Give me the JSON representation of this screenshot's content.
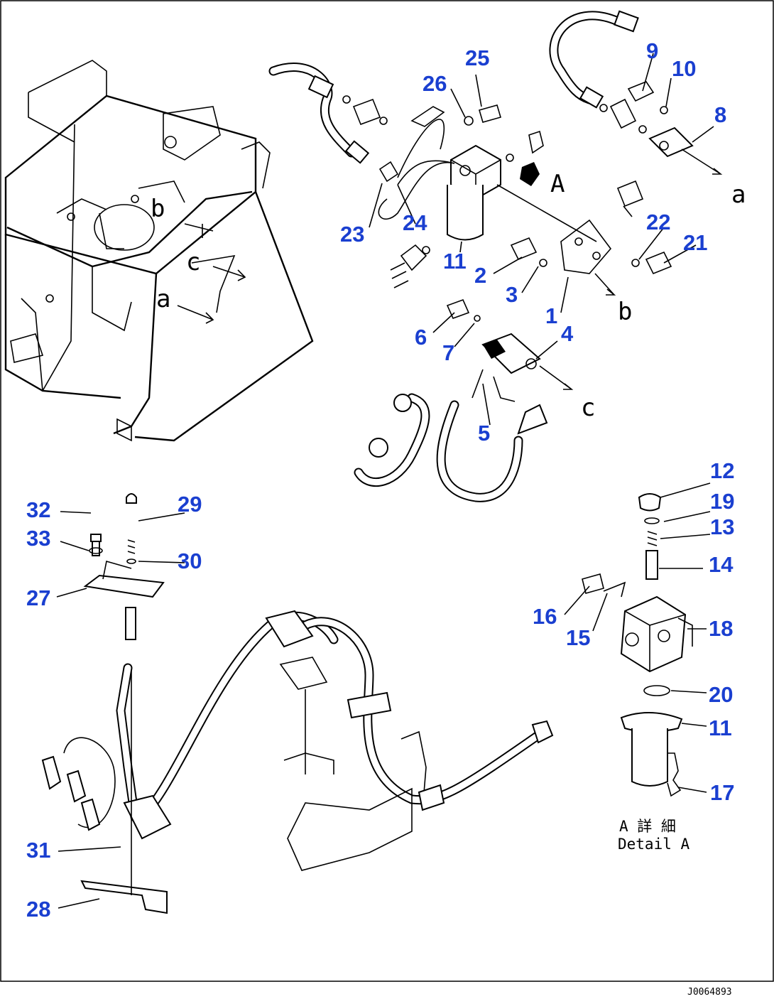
{
  "callouts": [
    {
      "id": "1",
      "label": "1"
    },
    {
      "id": "2",
      "label": "2"
    },
    {
      "id": "3",
      "label": "3"
    },
    {
      "id": "4",
      "label": "4"
    },
    {
      "id": "5",
      "label": "5"
    },
    {
      "id": "6",
      "label": "6"
    },
    {
      "id": "7",
      "label": "7"
    },
    {
      "id": "8",
      "label": "8"
    },
    {
      "id": "9",
      "label": "9"
    },
    {
      "id": "10",
      "label": "10"
    },
    {
      "id": "11a",
      "label": "11"
    },
    {
      "id": "11b",
      "label": "11"
    },
    {
      "id": "12",
      "label": "12"
    },
    {
      "id": "13",
      "label": "13"
    },
    {
      "id": "14",
      "label": "14"
    },
    {
      "id": "15",
      "label": "15"
    },
    {
      "id": "16",
      "label": "16"
    },
    {
      "id": "17",
      "label": "17"
    },
    {
      "id": "18",
      "label": "18"
    },
    {
      "id": "19",
      "label": "19"
    },
    {
      "id": "20",
      "label": "20"
    },
    {
      "id": "21",
      "label": "21"
    },
    {
      "id": "22",
      "label": "22"
    },
    {
      "id": "23",
      "label": "23"
    },
    {
      "id": "24",
      "label": "24"
    },
    {
      "id": "25",
      "label": "25"
    },
    {
      "id": "26",
      "label": "26"
    },
    {
      "id": "27",
      "label": "27"
    },
    {
      "id": "28",
      "label": "28"
    },
    {
      "id": "29",
      "label": "29"
    },
    {
      "id": "30",
      "label": "30"
    },
    {
      "id": "31",
      "label": "31"
    },
    {
      "id": "32",
      "label": "32"
    },
    {
      "id": "33",
      "label": "33"
    }
  ],
  "connection_letters": {
    "frame_a": "a",
    "frame_b": "b",
    "frame_c": "c",
    "arrow_a": "a",
    "arrow_b": "b",
    "arrow_c": "c",
    "view_A": "A"
  },
  "detail_caption": {
    "line1": "A 詳 細",
    "line2": "Detail A"
  },
  "drawing_code": "J0064893"
}
